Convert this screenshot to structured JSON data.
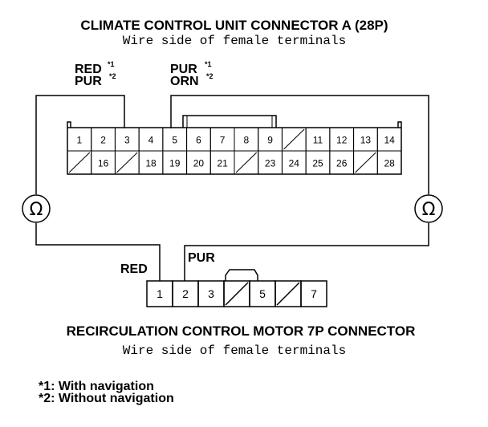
{
  "connector_a": {
    "title": "CLIMATE CONTROL UNIT CONNECTOR A (28P)",
    "subtitle": "Wire side of female terminals",
    "row1": [
      "1",
      "2",
      "3",
      "4",
      "5",
      "6",
      "7",
      "8",
      "9",
      "",
      "11",
      "12",
      "13",
      "14"
    ],
    "row2": [
      "",
      "16",
      "",
      "18",
      "19",
      "20",
      "21",
      "",
      "23",
      "24",
      "25",
      "26",
      "",
      "28"
    ]
  },
  "connector_b": {
    "title": "RECIRCULATION CONTROL MOTOR 7P CONNECTOR",
    "subtitle": "Wire side of female terminals",
    "pins": [
      "1",
      "2",
      "3",
      "",
      "5",
      "",
      "7"
    ]
  },
  "wires": {
    "a_left_line1": "RED",
    "a_left_sup1": "*1",
    "a_left_line2": "PUR",
    "a_left_sup2": "*2",
    "a_right_line1": "PUR",
    "a_right_sup1": "*1",
    "a_right_line2": "ORN",
    "a_right_sup2": "*2",
    "b_left": "RED",
    "b_right": "PUR"
  },
  "ohmmeter": {
    "symbol": "Ω"
  },
  "footnotes": [
    "*1: With navigation",
    "*2: Without navigation"
  ]
}
